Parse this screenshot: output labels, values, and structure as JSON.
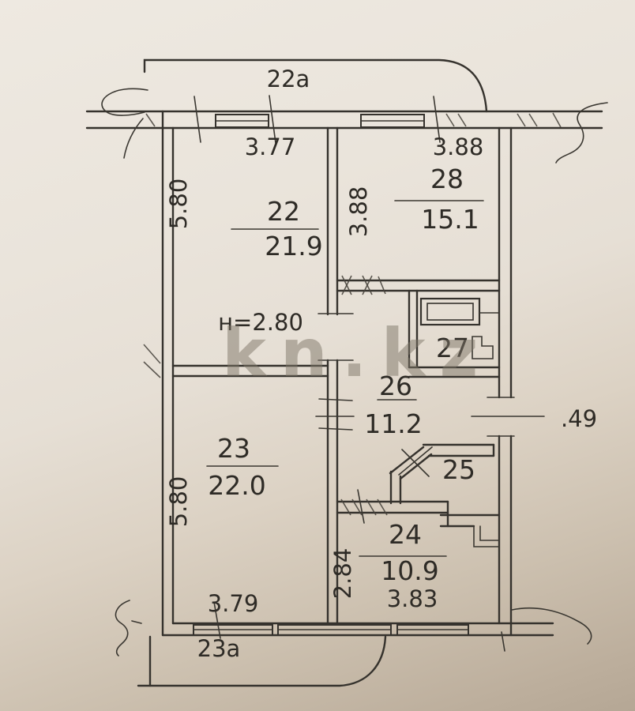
{
  "watermark": "kn.kz",
  "balconies": {
    "top_label": "22а",
    "bottom_label": "23а"
  },
  "rooms": {
    "r22": {
      "number": "22",
      "area": "21.9"
    },
    "r23": {
      "number": "23",
      "area": "22.0"
    },
    "r24": {
      "number": "24",
      "area": "10.9"
    },
    "r25": {
      "number": "25"
    },
    "r26": {
      "number": "26",
      "area": "11.2"
    },
    "r27": {
      "number": "27"
    },
    "r28": {
      "number": "28",
      "area": "15.1"
    }
  },
  "dims": {
    "room22_width": "3.77",
    "room22_height": "5.80",
    "room28_width": "3.88",
    "room28_height": "3.88",
    "ceiling_height": "н=2.80",
    "room23_height": "5.80",
    "room23_width": "3.79",
    "room24_height": "2.84",
    "room24_width": "3.83",
    "niche_depth": ".49"
  },
  "colors": {
    "ink": "#35322d",
    "paper_light": "#ece7df",
    "paper_dark": "#bdb09e",
    "watermark_gray": "#7e7668"
  }
}
